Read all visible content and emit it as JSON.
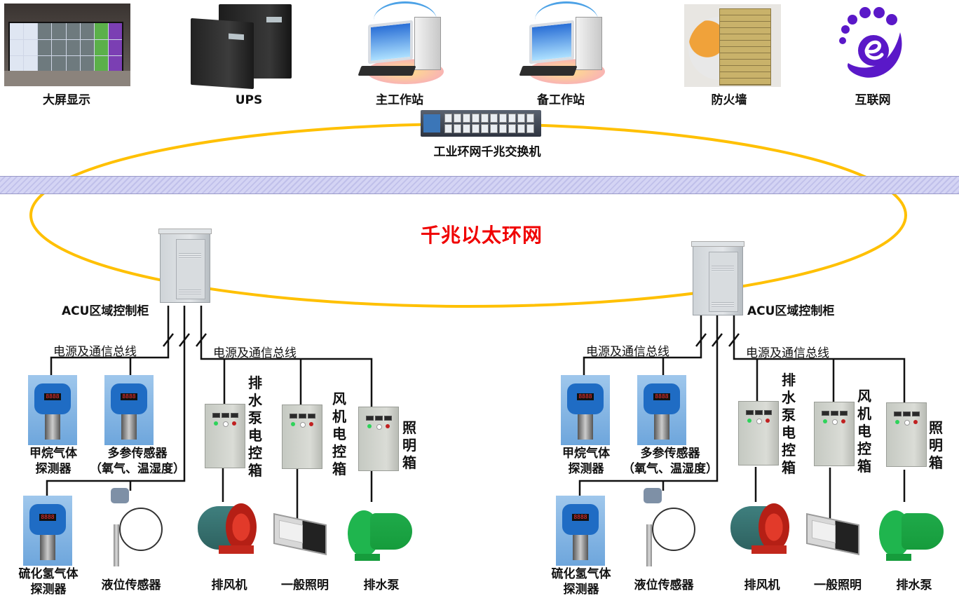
{
  "diagram": {
    "title": "千兆以太环网",
    "colors": {
      "ring": "#ffc000",
      "title": "#f00000",
      "band": "#d4d4f4",
      "wire": "#111111"
    },
    "top_devices": [
      {
        "id": "bigscreen",
        "label": "大屏显示",
        "icon": "video-wall-icon"
      },
      {
        "id": "ups",
        "label": "UPS",
        "icon": "ups-icon"
      },
      {
        "id": "main-ws",
        "label": "主工作站",
        "icon": "workstation-icon"
      },
      {
        "id": "backup-ws",
        "label": "备工作站",
        "icon": "workstation-icon"
      },
      {
        "id": "firewall",
        "label": "防火墙",
        "icon": "firewall-icon"
      },
      {
        "id": "internet",
        "label": "互联网",
        "icon": "internet-icon"
      }
    ],
    "core_switch": {
      "label": "工业环网千兆交换机",
      "icon": "network-switch-icon"
    },
    "zones": [
      {
        "cabinet_label": "ACU区域控制柜",
        "bus_label_left": "电源及通信总线",
        "bus_label_right": "电源及通信总线",
        "sensors": [
          {
            "label_line1": "甲烷气体",
            "label_line2": "探测器",
            "icon": "gas-detector-icon"
          },
          {
            "label_line1": "多参传感器",
            "label_line2": "（氧气、温湿度）",
            "icon": "gas-detector-icon"
          },
          {
            "label_line1": "硫化氢气体",
            "label_line2": "探测器",
            "icon": "gas-detector-icon"
          },
          {
            "label_line1": "液位传感器",
            "label_line2": "",
            "icon": "level-sensor-icon"
          }
        ],
        "control_boxes": [
          {
            "label": "排水泵电控箱",
            "icon": "control-box-icon"
          },
          {
            "label": "风机电控箱",
            "icon": "control-box-icon"
          },
          {
            "label": "照明箱",
            "icon": "control-box-icon"
          }
        ],
        "actuators": [
          {
            "label": "排风机",
            "icon": "exhaust-fan-icon"
          },
          {
            "label": "一般照明",
            "icon": "lamp-icon"
          },
          {
            "label": "排水泵",
            "icon": "water-pump-icon"
          }
        ],
        "detector_readout": "8888"
      },
      {
        "cabinet_label": "ACU区域控制柜",
        "bus_label_left": "电源及通信总线",
        "bus_label_right": "电源及通信总线",
        "sensors": [
          {
            "label_line1": "甲烷气体",
            "label_line2": "探测器",
            "icon": "gas-detector-icon"
          },
          {
            "label_line1": "多参传感器",
            "label_line2": "（氧气、温湿度）",
            "icon": "gas-detector-icon"
          },
          {
            "label_line1": "硫化氢气体",
            "label_line2": "探测器",
            "icon": "gas-detector-icon"
          },
          {
            "label_line1": "液位传感器",
            "label_line2": "",
            "icon": "level-sensor-icon"
          }
        ],
        "control_boxes": [
          {
            "label": "排水泵电控箱",
            "icon": "control-box-icon"
          },
          {
            "label": "风机电控箱",
            "icon": "control-box-icon"
          },
          {
            "label": "照明箱",
            "icon": "control-box-icon"
          }
        ],
        "actuators": [
          {
            "label": "排风机",
            "icon": "exhaust-fan-icon"
          },
          {
            "label": "一般照明",
            "icon": "lamp-icon"
          },
          {
            "label": "排水泵",
            "icon": "water-pump-icon"
          }
        ],
        "detector_readout": "8888"
      }
    ]
  }
}
